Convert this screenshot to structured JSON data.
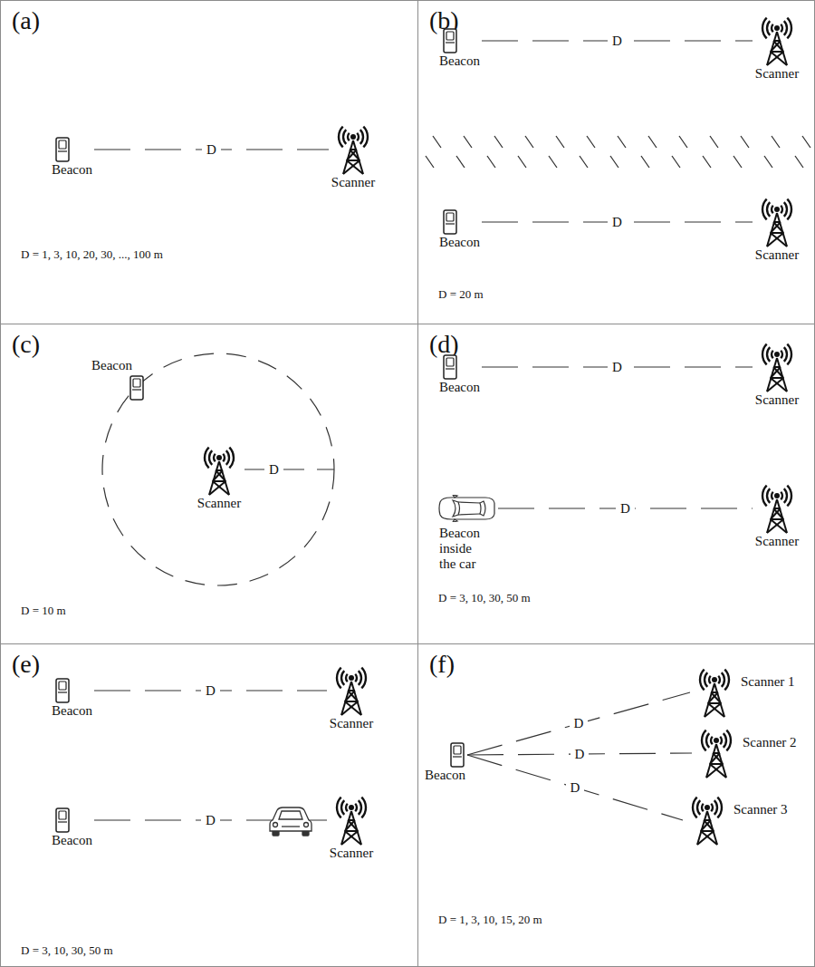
{
  "diagram": {
    "nodes": [
      {
        "text": [
          "(a)",
          "D = 1, 3, 10, 20, 30, ..., 100 m"
        ]
      },
      {
        "text": [
          "Beacon"
        ],
        "in": 0
      },
      {
        "text": [
          "Scanner"
        ],
        "in": 0
      },
      {
        "text": [
          "(b)",
          "D = 20 m"
        ]
      },
      {
        "text": [
          "Beacon"
        ],
        "in": 3
      },
      {
        "text": [
          "Scanner"
        ],
        "in": 3
      },
      {
        "text": [
          "Beacon"
        ],
        "in": 3
      },
      {
        "text": [
          "Scanner"
        ],
        "in": 3
      },
      {
        "text": [
          "(c)",
          "D = 10 m"
        ]
      },
      {
        "text": [
          "Beacon"
        ],
        "in": 8
      },
      {
        "text": [
          "Scanner"
        ],
        "in": 8
      },
      {
        "text": [
          "(d)",
          "D = 3, 10, 30, 50 m"
        ]
      },
      {
        "text": [
          "Beacon"
        ],
        "in": 11
      },
      {
        "text": [
          "Scanner"
        ],
        "in": 11
      },
      {
        "text": [
          "Beacon inside the car"
        ],
        "in": 11
      },
      {
        "text": [
          "Scanner"
        ],
        "in": 11
      },
      {
        "text": [
          "(e)",
          "D = 3, 10, 30, 50 m"
        ]
      },
      {
        "text": [
          "Beacon"
        ],
        "in": 16
      },
      {
        "text": [
          "Scanner"
        ],
        "in": 16
      },
      {
        "text": [
          "Beacon"
        ],
        "in": 16
      },
      {
        "text": [
          "Scanner"
        ],
        "in": 16
      },
      {
        "text": [
          "(f)",
          "D = 1, 3, 10, 15, 20 m"
        ]
      },
      {
        "text": [
          "Beacon"
        ],
        "in": 21
      },
      {
        "text": [
          "Scanner 1"
        ],
        "in": 21
      },
      {
        "text": [
          "Scanner 2"
        ],
        "in": 21
      },
      {
        "text": [
          "Scanner 3"
        ],
        "in": 21
      }
    ],
    "edges": [
      {
        "from": 1,
        "to": 2,
        "label": "D",
        "arrow": "none"
      },
      {
        "from": 4,
        "to": 5,
        "label": "D",
        "arrow": "none"
      },
      {
        "from": 6,
        "to": 7,
        "label": "D",
        "arrow": "none"
      },
      {
        "from": 12,
        "to": 13,
        "label": "D",
        "arrow": "none"
      },
      {
        "from": 14,
        "to": 15,
        "label": "D",
        "arrow": "none"
      },
      {
        "from": 17,
        "to": 18,
        "label": "D",
        "arrow": "none"
      },
      {
        "from": 19,
        "to": 20,
        "label": "D",
        "arrow": "none"
      },
      {
        "from": 22,
        "to": 23,
        "label": "D",
        "arrow": "none"
      },
      {
        "from": 22,
        "to": 24,
        "label": "D",
        "arrow": "none"
      },
      {
        "from": 22,
        "to": 25,
        "label": "D",
        "arrow": "none"
      }
    ],
    "labels": [
      "D"
    ]
  }
}
